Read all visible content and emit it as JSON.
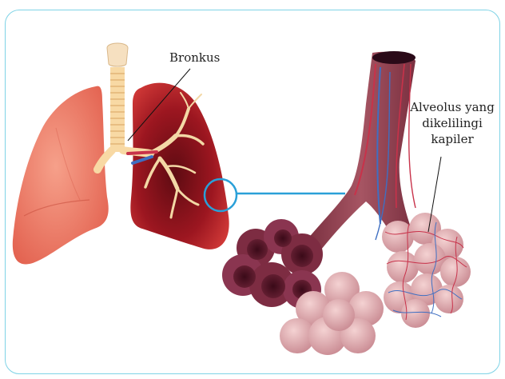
{
  "labels": {
    "bronkus": "Bronkus",
    "alveolus_line1": "Alveolus yang",
    "alveolus_line2": "dikelilingi",
    "alveolus_line3": "kapiler"
  },
  "colors": {
    "frame_border": "#7fd3e6",
    "lung_left": "#f07a66",
    "lung_right_dark": "#a0161e",
    "trachea": "#f8d9a4",
    "bronchi_branch": "#f3d8a6",
    "zoom_circle": "#2aa0d8",
    "alveoli_dark": "#6b2236",
    "alveoli_light": "#e8b4b4",
    "vessel": "#8a3a4a",
    "capillary_red": "#c8324a",
    "capillary_blue": "#3f6fc2"
  }
}
